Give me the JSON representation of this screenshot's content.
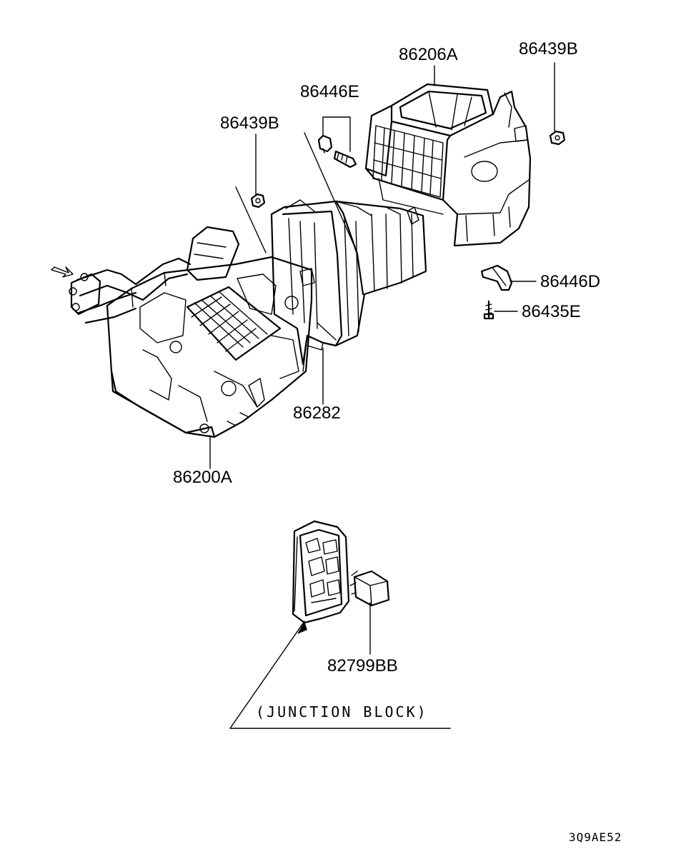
{
  "diagram": {
    "part_labels": [
      {
        "id": "p1",
        "text": "86206A"
      },
      {
        "id": "p2",
        "text": "86439B"
      },
      {
        "id": "p3",
        "text": "86446E"
      },
      {
        "id": "p4",
        "text": "86439B"
      },
      {
        "id": "p5",
        "text": "86446D"
      },
      {
        "id": "p6",
        "text": "86435E"
      },
      {
        "id": "p7",
        "text": "86282"
      },
      {
        "id": "p8",
        "text": "86200A"
      },
      {
        "id": "p9",
        "text": "82799BB"
      }
    ],
    "caption": "(JUNCTION BLOCK)",
    "drawing_code": "3Q9AE52"
  }
}
